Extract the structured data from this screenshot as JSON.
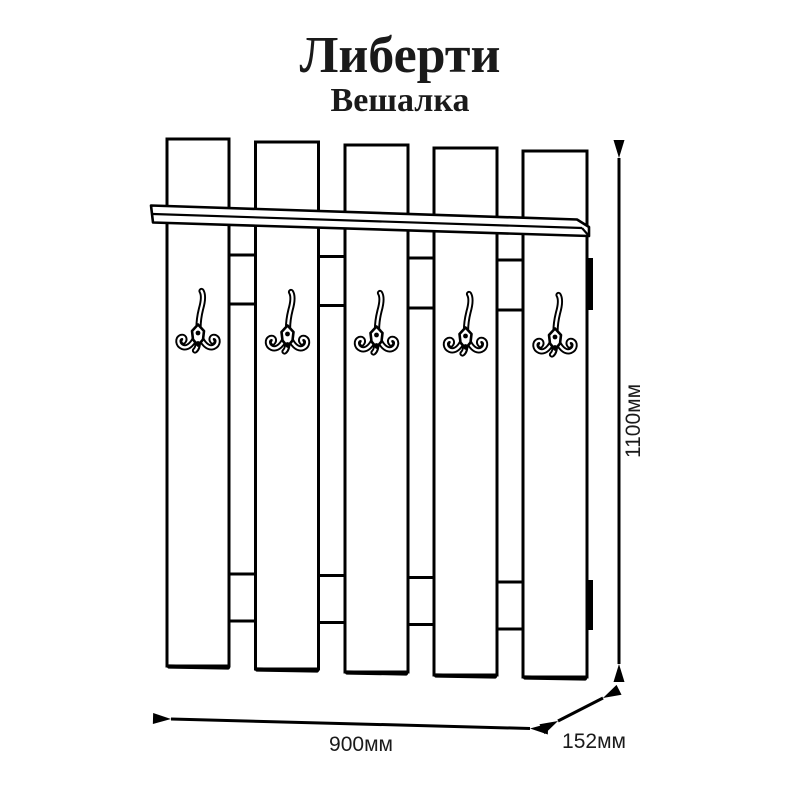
{
  "header": {
    "title": "Либерти",
    "subtitle": "Вешалка"
  },
  "drawing": {
    "slat_count": 5,
    "hook_count": 5,
    "shelf": true,
    "line_color": "#000000",
    "background_color": "#ffffff"
  },
  "dimensions": {
    "height": "1100мм",
    "width": "900мм",
    "depth": "152мм"
  }
}
